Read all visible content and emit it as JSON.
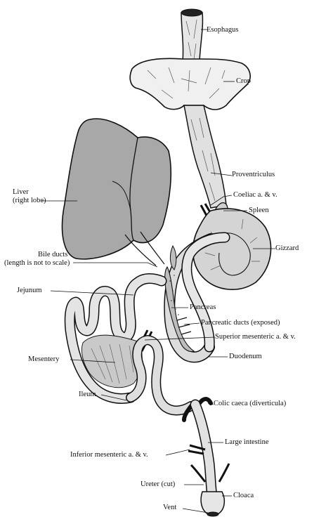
{
  "labels": {
    "esophagus": "Esophagus",
    "crop": "Crop",
    "proventriculus": "Proventriculus",
    "liver_line1": "Liver",
    "liver_line2": "(right lobe)",
    "coeliac": "Coeliac a. & v.",
    "spleen": "Spleen",
    "gizzard": "Gizzard",
    "bile_line1": "Bile ducts",
    "bile_line2": "(length is not to scale)",
    "jejunum": "Jejunum",
    "pancreas": "Pancreas",
    "pancreatic_ducts": "Pancreatic ducts (exposed)",
    "superior_mesenteric": "Superior mesenteric a. & v.",
    "mesentery": "Mesentery",
    "duodenum": "Duodenum",
    "ileum": "Ileum",
    "colic_caeca": "Colic caeca (diverticula)",
    "large_intestine": "Large intestine",
    "inferior_mesenteric": "Inferior mesenteric a. & v.",
    "ureter": "Ureter (cut)",
    "cloaca": "Cloaca",
    "vent": "Vent"
  },
  "colors": {
    "ink": "#111111",
    "organ_fill": "#a8a8a8",
    "tube_fill": "#d9d9d9",
    "paper": "#ffffff"
  }
}
